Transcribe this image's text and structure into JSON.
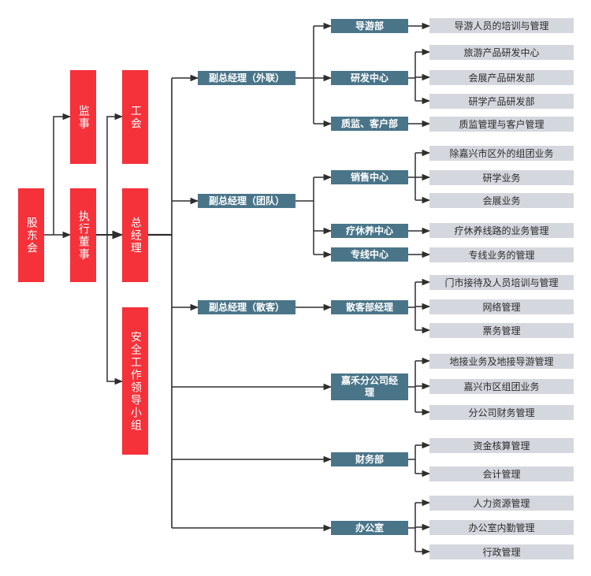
{
  "colors": {
    "board": "#f5313a",
    "manager": "#4a7589",
    "task": "#d4d7de",
    "line": "#2e2e2e"
  },
  "nodes": {
    "gudonghui": "股东会",
    "jianshi": "监事",
    "zhixing": "执行董事",
    "gonghui": "工会",
    "zongjingli": "总经理",
    "anquan": "安全工作领导小组",
    "fuzong_wailian": "副总经理（外联）",
    "fuzong_tuandui": "副总经理（团队）",
    "fuzong_sanke": "副总经理（散客）",
    "daoyoubu": "导游部",
    "yanfa": "研发中心",
    "zhijian": "质监、客户部",
    "xiaoshou": "销售中心",
    "liaoxiu": "疗休养中心",
    "zhuanxian": "专线中心",
    "sanke_mgr": "散客部经理",
    "jiahe": "嘉禾分公司经理",
    "caiwu": "财务部",
    "bangongshi": "办公室"
  },
  "tasks": {
    "daoyou_training": "导游人员的培训与管理",
    "lvyou_dev": "旅游产品研发中心",
    "huizhan_dev": "会展产品研发部",
    "yanxue_dev": "研学产品研发部",
    "zhijian_mgmt": "质监管理与客户管理",
    "outside_jiaxing": "除嘉兴市区外的组团业务",
    "yanxue_biz": "研学业务",
    "huizhan_biz": "会展业务",
    "liaoxiu_mgmt": "疗休养线路的业务管理",
    "zhuanxian_mgmt": "专线业务的管理",
    "menshi": "门市接待及人员培训与管理",
    "wangluo": "网络管理",
    "piaowu": "票务管理",
    "dijie": "地接业务及地接导游管理",
    "jiaxing_group": "嘉兴市区组团业务",
    "branch_finance": "分公司财务管理",
    "zijin": "资金核算管理",
    "kuaiji": "会计管理",
    "renli": "人力资源管理",
    "neiqin": "办公室内勤管理",
    "xingzheng": "行政管理"
  }
}
